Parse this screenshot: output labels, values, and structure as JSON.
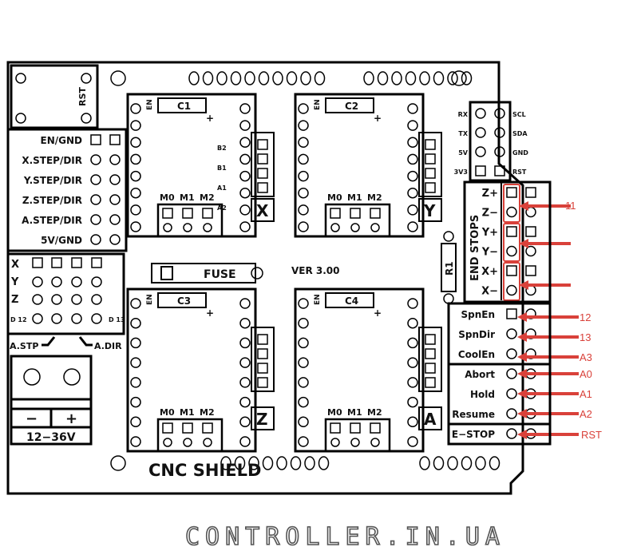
{
  "board": {
    "title": "CNC SHIELD",
    "version": "VER 3.00",
    "fuse": "FUSE",
    "resistor": "R1",
    "reset": "RST",
    "power": {
      "minus": "−",
      "plus": "+",
      "voltage": "12−36V"
    },
    "left_header": [
      "EN/GND",
      "X.STEP/DIR",
      "Y.STEP/DIR",
      "Z.STEP/DIR",
      "A.STEP/DIR",
      "5V/GND"
    ],
    "axis_jumper_rows": [
      "X",
      "Y",
      "Z"
    ],
    "d12_label": "D 12",
    "d13_label": "D 13",
    "a_stp": "A.STP",
    "a_dir": "A.DIR",
    "drivers": [
      {
        "cap": "C1",
        "axis": "X",
        "en": "EN",
        "ms": [
          "M0",
          "M1",
          "M2"
        ],
        "coil": [
          "B2",
          "B1",
          "A1",
          "A2"
        ]
      },
      {
        "cap": "C2",
        "axis": "Y",
        "en": "EN",
        "ms": [
          "M0",
          "M1",
          "M2"
        ]
      },
      {
        "cap": "C3",
        "axis": "Z",
        "en": "EN",
        "ms": [
          "M0",
          "M1",
          "M2"
        ]
      },
      {
        "cap": "C4",
        "axis": "A",
        "en": "EN",
        "ms": [
          "M0",
          "M1",
          "M2"
        ]
      }
    ],
    "uart_left": [
      "RX",
      "TX",
      "5V",
      "3V3"
    ],
    "uart_right": [
      "SCL",
      "SDA",
      "GND",
      "RST"
    ],
    "end_stops_title": "END STOPS",
    "end_stops": [
      "Z+",
      "Z−",
      "Y+",
      "Y−",
      "X+",
      "X−"
    ],
    "control_pins": [
      "SpnEn",
      "SpnDir",
      "CoolEn",
      "Abort",
      "Hold",
      "Resume",
      "E−STOP"
    ]
  },
  "annotations": {
    "color": "#d9413a",
    "labels": [
      "11",
      "",
      "",
      "12",
      "13",
      "A3",
      "A0",
      "A1",
      "A2",
      "RST"
    ]
  },
  "watermark": "CONTROLLER.IN.UA"
}
